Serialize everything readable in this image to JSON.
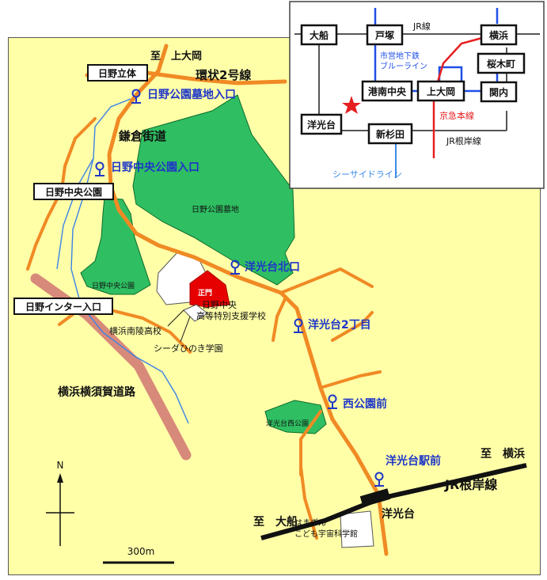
{
  "labels": {
    "to_kamiooka": "至　上大岡",
    "hino_rittai": "日野立体",
    "kanjo2": "環状2号線",
    "hino_cemetery_entrance": "日野公園墓地入口",
    "kamakura_kaido": "鎌倉街道",
    "hino_chuo_park_entrance": "日野中央公園入口",
    "hino_chuo_park_box": "日野中央公園",
    "hino_cemetery": "日野公園墓地",
    "yokodai_kitaguchi": "洋光台北口",
    "hino_chuo_park": "日野中央公園",
    "seimon": "正門",
    "school_hino": "日野中央\n高等特別支援学校",
    "hino_interchange": "日野インター入口",
    "yokohama_minami_ryoryo": "横浜南陵高校",
    "cedar_hinoki": "シーダひのき学園",
    "yokodai_2chome": "洋光台2丁目",
    "yokohama_yokosuka_road": "横浜横須賀道路",
    "nishi_koen_mae": "西公園前",
    "yokodai_nishi_park": "洋光台西公園",
    "yokodai_station_mae": "洋光台駅前",
    "to_yokohama": "至　横浜",
    "jr_negishi": "JR根岸線",
    "yokodai": "洋光台",
    "to_ofuna": "至　大船",
    "hamagin": "はまぎん\nこども宇宙科学館",
    "north": "N",
    "scale": "300m"
  },
  "inset": {
    "stations": {
      "ofuna": "大船",
      "totsuka": "戸塚",
      "yokohama": "横浜",
      "sakuragicho": "桜木町",
      "kannai": "関内",
      "konan_chuo": "港南中央",
      "kamiooka": "上大岡",
      "yokodai": "洋光台",
      "shinsugita": "新杉田"
    },
    "lines": {
      "jr_line": "JR線",
      "subway": "市営地下鉄\nブルーライン",
      "keikyu": "京急本線",
      "negishi": "JR根岸線",
      "seaside": "シーサイドライン"
    },
    "colors": {
      "blue_line": "#1f4fe6",
      "keikyu": "#e62020",
      "seaside": "#3c8ce6",
      "jr": "#555555"
    }
  },
  "colors": {
    "road": "#f08a24",
    "park": "#2fbf62",
    "background": "#ffffa8",
    "expressway": "#d88a7a",
    "school_red": "#e60000",
    "station_pin": "#1f36c8"
  }
}
